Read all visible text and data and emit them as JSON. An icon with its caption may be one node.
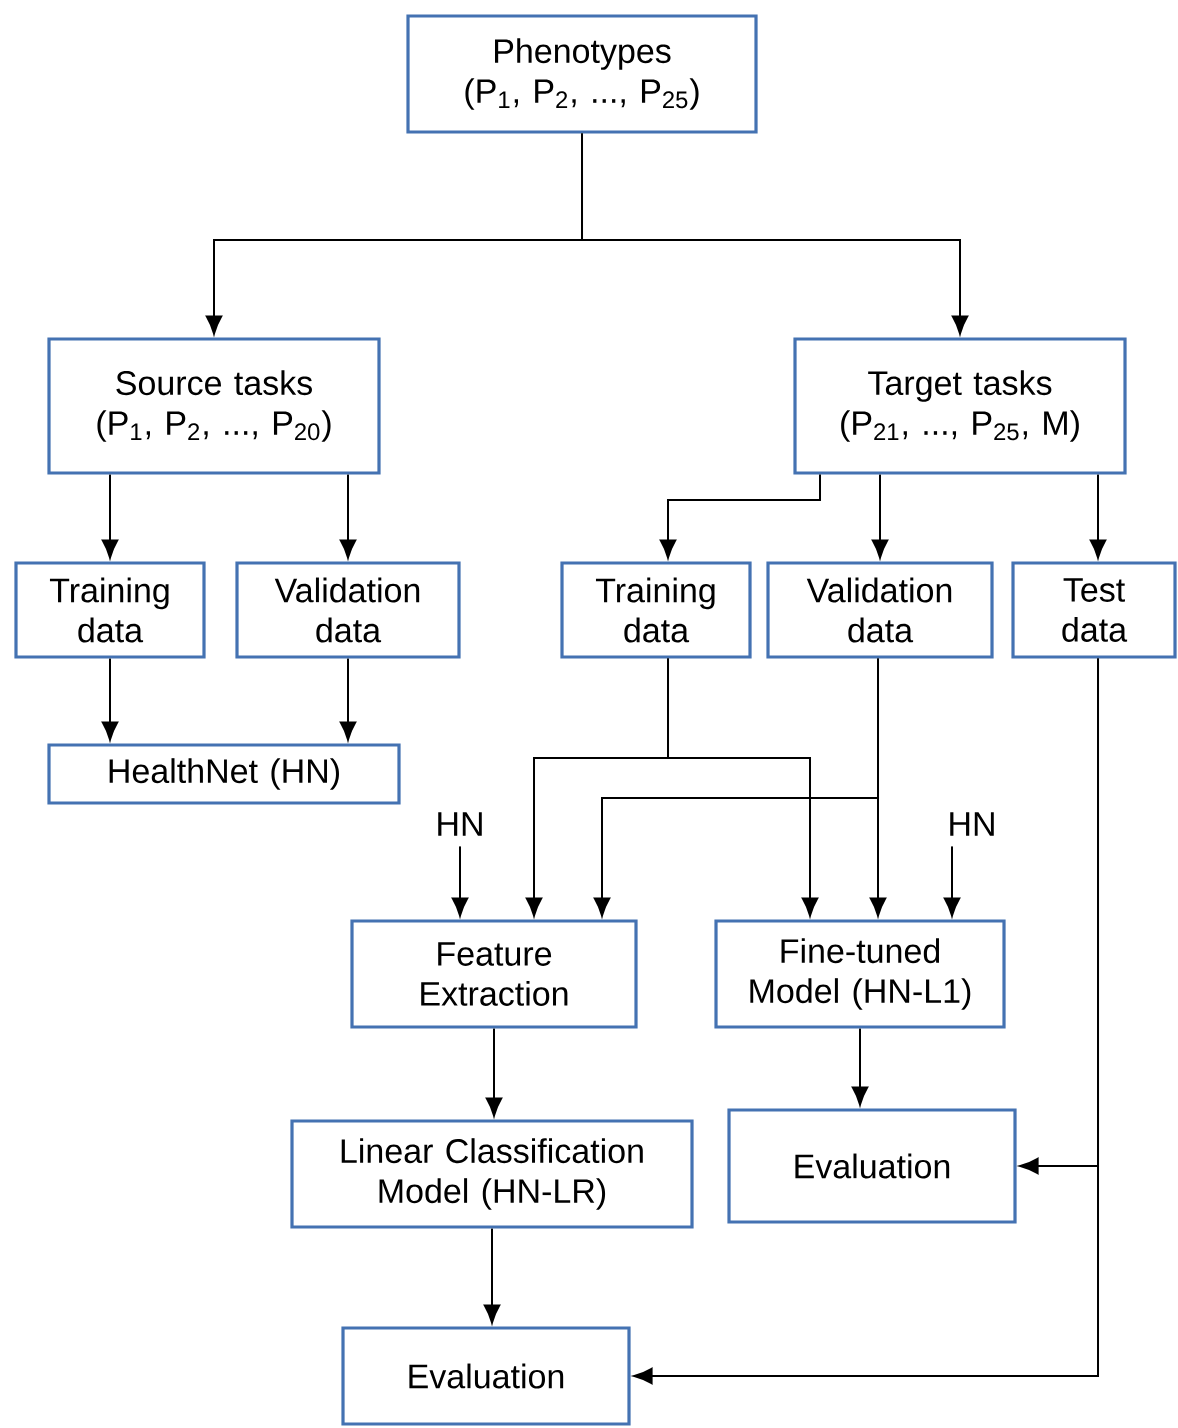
{
  "diagram": {
    "nodes": [
      {
        "text": [
          "Phenotypes (P$_{1}$, P$_{2}$, ..., P$_{25}$)"
        ]
      },
      {
        "text": [
          "Source tasks (P$_{1}$, P$_{2}$, ..., P$_{20}$)"
        ]
      },
      {
        "text": [
          "Target tasks (P$_{21}$, ..., P$_{25}$, M)"
        ]
      },
      {
        "text": [
          "Training data"
        ]
      },
      {
        "text": [
          "Validation data"
        ]
      },
      {
        "text": [
          "HealthNet (HN)"
        ]
      },
      {
        "text": [
          "Training data"
        ]
      },
      {
        "text": [
          "Validation data"
        ]
      },
      {
        "text": [
          "Test data"
        ]
      },
      {
        "text": [
          "HN"
        ]
      },
      {
        "text": [
          "Feature Extraction"
        ]
      },
      {
        "text": [
          "HN"
        ]
      },
      {
        "text": [
          "Fine-tuned Model (HN-L1)"
        ]
      },
      {
        "text": [
          "Linear Classification Model (HN-LR)"
        ]
      },
      {
        "text": [
          "Evaluation"
        ]
      },
      {
        "text": [
          "Evaluation"
        ]
      }
    ],
    "edges": [
      {
        "from": 0,
        "to": 1,
        "arrow": "to"
      },
      {
        "from": 0,
        "to": 2,
        "arrow": "to"
      },
      {
        "from": 1,
        "to": 3,
        "arrow": "to"
      },
      {
        "from": 1,
        "to": 4,
        "arrow": "to"
      },
      {
        "from": 3,
        "to": 5,
        "arrow": "to"
      },
      {
        "from": 4,
        "to": 5,
        "arrow": "to"
      },
      {
        "from": 2,
        "to": 6,
        "arrow": "to"
      },
      {
        "from": 2,
        "to": 7,
        "arrow": "to"
      },
      {
        "from": 2,
        "to": 8,
        "arrow": "to"
      },
      {
        "from": 6,
        "to": 10,
        "arrow": "to"
      },
      {
        "from": 6,
        "to": 12,
        "arrow": "to"
      },
      {
        "from": 7,
        "to": 10,
        "arrow": "to"
      },
      {
        "from": 7,
        "to": 12,
        "arrow": "to"
      },
      {
        "from": 9,
        "to": 10,
        "arrow": "to"
      },
      {
        "from": 11,
        "to": 12,
        "arrow": "to"
      },
      {
        "from": 10,
        "to": 13,
        "arrow": "to"
      },
      {
        "from": 13,
        "to": 15,
        "arrow": "to"
      },
      {
        "from": 12,
        "to": 14,
        "arrow": "to"
      },
      {
        "from": 8,
        "to": 14,
        "arrow": "to"
      },
      {
        "from": 8,
        "to": 15,
        "arrow": "to"
      }
    ]
  }
}
